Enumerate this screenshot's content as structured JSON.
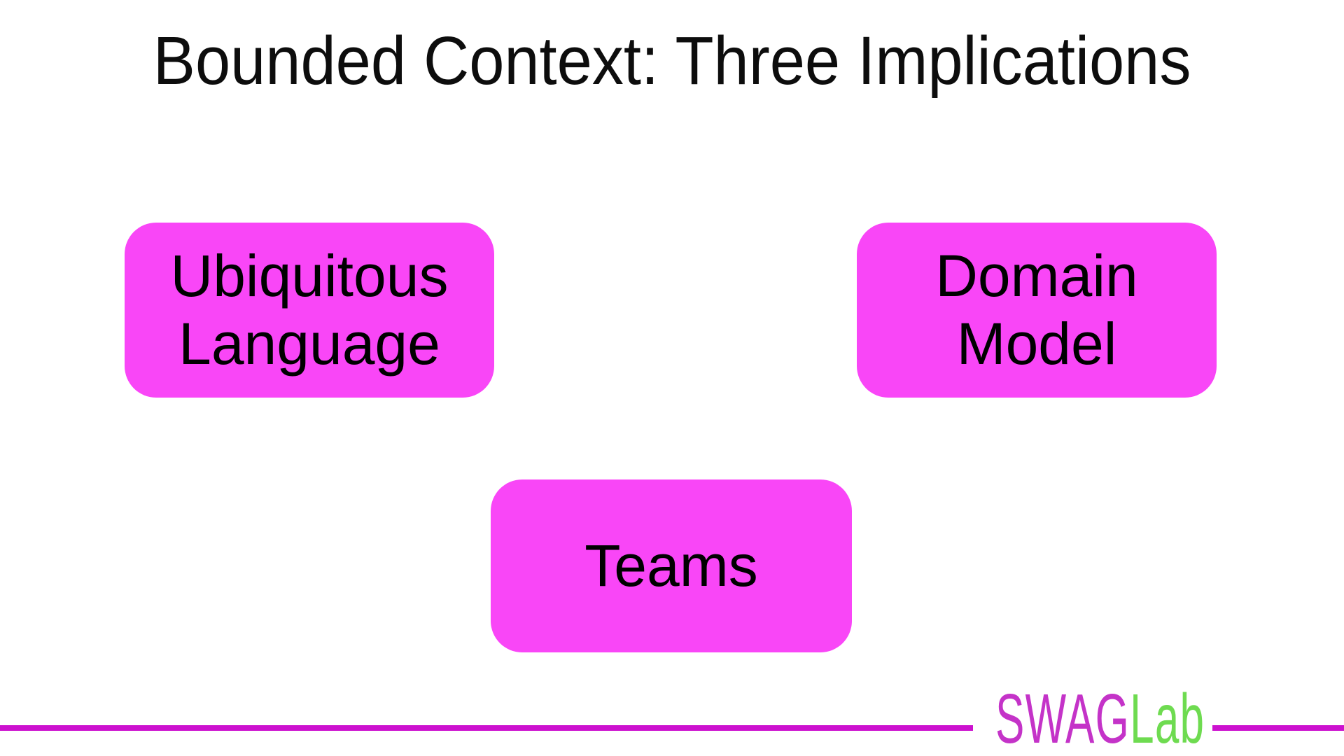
{
  "slide": {
    "title": "Bounded Context: Three Implications",
    "boxes": [
      {
        "label": "Ubiquitous Language"
      },
      {
        "label": "Domain Model"
      },
      {
        "label": "Teams"
      }
    ],
    "footer": {
      "logo": {
        "part1": "SWAG",
        "part2": "Lab"
      }
    },
    "colors": {
      "background": "#FFFFFF",
      "box_fill": "#F946F7",
      "box_text": "#000000",
      "title_text": "#0D0D0D",
      "footer_line": "#CC11CF",
      "logo_swag": "#C433C8",
      "logo_lab": "#6EDB50"
    }
  }
}
